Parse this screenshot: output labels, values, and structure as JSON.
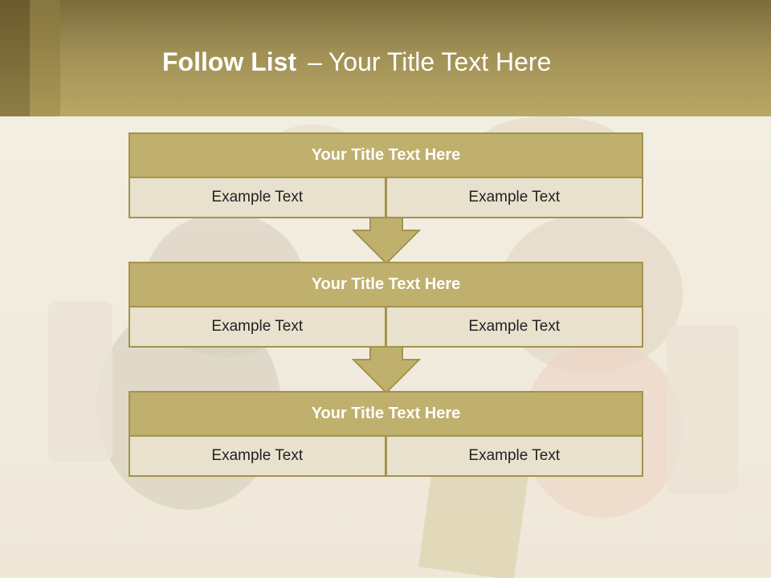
{
  "title": {
    "bold": "Follow List",
    "dash": "–",
    "rest": "Your Title Text Here"
  },
  "rows": [
    {
      "heading": "Your Title Text Here",
      "cells": [
        "Example Text",
        "Example Text"
      ]
    },
    {
      "heading": "Your Title Text Here",
      "cells": [
        "Example Text",
        "Example Text"
      ]
    },
    {
      "heading": "Your Title Text Here",
      "cells": [
        "Example Text",
        "Example Text"
      ]
    }
  ],
  "colors": {
    "header": "#a09055",
    "box_fill": "#c0b06e",
    "box_border": "#a3934c",
    "cell_fill": "#e8e1cd"
  }
}
